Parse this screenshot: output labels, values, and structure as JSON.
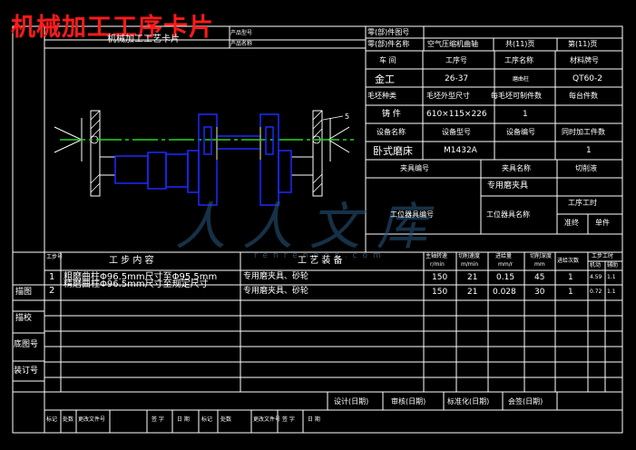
{
  "watermark_title": "机械加工工序卡片",
  "card_title": "机械加工工艺卡片",
  "header": {
    "product_model_label": "产品型号",
    "product_name_label": "产品名称",
    "part_drawing_label": "零(部)件图号",
    "part_name_label": "零(部)件名称",
    "part_name_value": "空气压缩机曲轴",
    "total_pages": "共(11)页",
    "page_no": "第(11)页"
  },
  "info": {
    "workshop_label": "车 间",
    "process_no_label": "工序号",
    "process_name_label": "工序名称",
    "material_label": "材料牌号",
    "workshop_value": "金工",
    "process_no_value": "26-37",
    "process_name_value": "磨曲柱",
    "material_value": "QT60-2",
    "blank_type_label": "毛坯种类",
    "blank_size_label": "毛坯外型尺寸",
    "blank_count_label": "每毛坯可制件数",
    "units_label": "每台件数",
    "blank_type_value": "铸 件",
    "blank_size_value": "610×115×226",
    "blank_count_value": "1",
    "equip_name_label": "设备名称",
    "equip_model_label": "设备型号",
    "equip_no_label": "设备编号",
    "simul_count_label": "同时加工件数",
    "equip_name_value": "卧式磨床",
    "equip_model_value": "M1432A",
    "simul_count_value": "1",
    "fixture_no_label": "夹具编号",
    "fixture_name_label": "夹具名称",
    "coolant_label": "切削液",
    "fixture_name_value": "专用磨夹具",
    "station_no_label": "工位器具编号",
    "station_name_label": "工位器具名称",
    "hours_label": "工序工时",
    "prep_label": "准终",
    "unit_label": "单件"
  },
  "table": {
    "step_no_label": "工步号",
    "step_content_label": "工 步 内 容",
    "equip_label": "工 艺 装 备",
    "spindle_label": "主轴转速",
    "spindle_unit": "r/min",
    "cut_speed_label": "切削速度",
    "cut_speed_unit": "m/min",
    "feed_label": "进给量",
    "feed_unit": "mm/r",
    "depth_label": "切削深度",
    "depth_unit": "mm",
    "passes_label": "进给次数",
    "hour_label": "工步工时",
    "machine_label": "机动",
    "aux_label": "辅助",
    "rows": [
      {
        "no": "1",
        "content": "粗磨曲柱Φ96.5mm尺寸至Φ95.5mm",
        "equip": "专用磨夹具、砂轮",
        "spindle": "150",
        "speed": "21",
        "feed": "0.15",
        "depth": "45",
        "passes": "1",
        "machine": "4.59",
        "aux": "1.1"
      },
      {
        "no": "2",
        "content": "精磨曲柱Φ96.5mm尺寸至规定尺寸",
        "equip": "专用磨夹具、砂轮",
        "spindle": "150",
        "speed": "21",
        "feed": "0.028",
        "depth": "30",
        "passes": "1",
        "machine": "0.72",
        "aux": "1.1"
      }
    ]
  },
  "side": {
    "trace_label": "描图",
    "check_label": "描校",
    "base_no_label": "底图号",
    "bind_no_label": "装订号"
  },
  "signoff": {
    "design": "设计(日期)",
    "review": "审核(日期)",
    "standard": "标准化(日期)",
    "sign": "会签(日期)"
  },
  "footer": {
    "mark": "标记",
    "place": "处数",
    "change_doc": "更改文件号",
    "signature": "签 字",
    "date": "日 期"
  },
  "drawing": {
    "label_5": "5"
  },
  "watermark_text": "人人文库",
  "watermark_url": "renrendoc.com"
}
